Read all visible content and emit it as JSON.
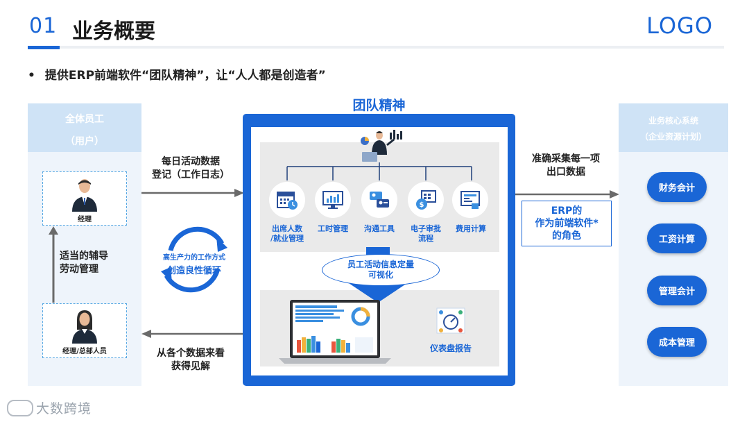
{
  "header": {
    "number": "01",
    "title": "业务概要",
    "logo": "LOGO"
  },
  "bullet": "提供ERP前端软件“团队精神”，让“人人都是创造者”",
  "left_panel": {
    "title_line1": "全体员工",
    "title_line2": "（用户）",
    "top_role": "经理",
    "bottom_role": "经理/总部人员",
    "vertical_text_line1": "适当的辅导",
    "vertical_text_line2": "劳动管理"
  },
  "cycle": {
    "line1": "高生产力的工作方式",
    "line2": "创造良性循环"
  },
  "flows": {
    "to_center_line1": "每日活动数据",
    "to_center_line2": "登记（工作日志）",
    "from_center_line1": "从各个数据来看",
    "from_center_line2": "获得见解",
    "to_right_line1": "准确采集每一项",
    "to_right_line2": "出口数据"
  },
  "center": {
    "title": "团队精神",
    "tools": [
      {
        "line1": "出席人数",
        "line2": "/就业管理",
        "icon": "calendar-clock-icon"
      },
      {
        "line1": "工时管理",
        "line2": "",
        "icon": "monitor-chart-icon"
      },
      {
        "line1": "沟通工具",
        "line2": "",
        "icon": "chat-users-icon"
      },
      {
        "line1": "电子审批",
        "line2": "流程",
        "icon": "approval-money-icon"
      },
      {
        "line1": "费用计算",
        "line2": "",
        "icon": "expense-calc-icon"
      }
    ],
    "visualize_line1": "员工活动信息定量",
    "visualize_line2": "可视化",
    "dashboard_label": "仪表盘报告"
  },
  "erp_box": {
    "line1": "ERP的",
    "line2": "作为前端软件*",
    "line3": "的角色"
  },
  "right_panel": {
    "title_line1": "业务核心系统",
    "title_line2": "（企业资源计划）",
    "buttons": [
      "财务会计",
      "工资计算",
      "管理会计",
      "成本管理"
    ]
  },
  "watermark": "大数跨境",
  "colors": {
    "accent": "#1a66d6",
    "panel_bg": "#eef4fb",
    "panel_head": "#cfe3f6",
    "dashed": "#56a8e3"
  }
}
